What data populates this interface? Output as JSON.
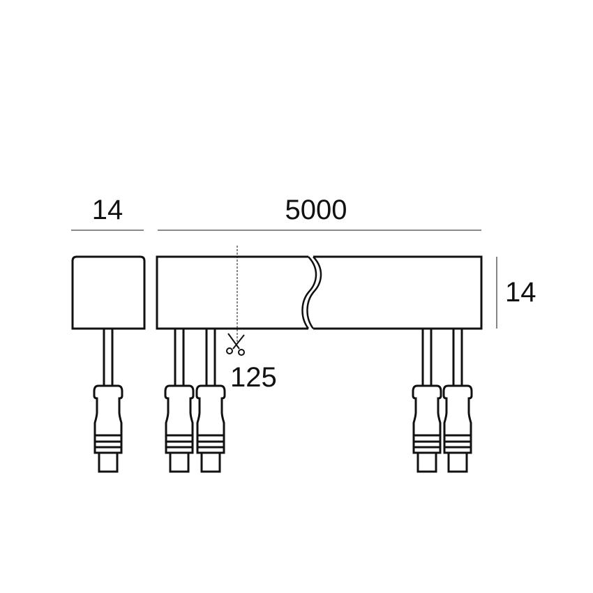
{
  "diagram": {
    "type": "technical-dimension-drawing",
    "subject": "LED strip with driver box and connectors",
    "dimensions": {
      "driver_width": "14",
      "strip_length": "5000",
      "strip_height": "14",
      "cut_interval": "125"
    },
    "icons": {
      "cut_marker": "scissors-icon"
    },
    "colors": {
      "stroke": "#111111",
      "dim_line": "#444444",
      "background": "#ffffff"
    },
    "connector_count": 5
  }
}
